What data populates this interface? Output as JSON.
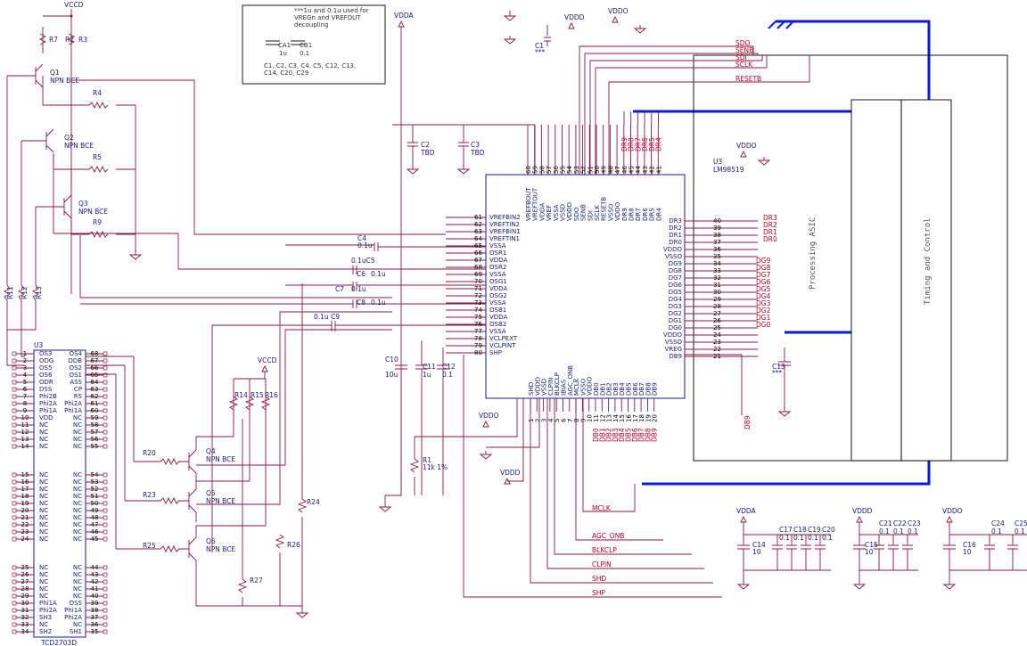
{
  "power": {
    "vccd": "VCCD",
    "vdda": "VDDA",
    "vddd": "VDDD",
    "vddo": "VDDO"
  },
  "note": {
    "line1": "***1u and 0.1u used for",
    "line2": "VREGn and VREFOUT",
    "line3": "decoupling",
    "ca1": "CA1",
    "ca1_val": "1u",
    "cb1": "CB1",
    "cb1_val": "0.1",
    "list1": "C1, C2, C3, C4, C5, C12, C13,",
    "list2": "C14, C20, C29"
  },
  "u3": {
    "ref": "U3",
    "part": "LM98519",
    "top_pins": [
      {
        "num": "60",
        "name": "VREFBOUT"
      },
      {
        "num": "59",
        "name": "VREFTOUT"
      },
      {
        "num": "58",
        "name": "VDDA"
      },
      {
        "num": "57",
        "name": "VREF"
      },
      {
        "num": "56",
        "name": "VSSA"
      },
      {
        "num": "55",
        "name": "VSSD"
      },
      {
        "num": "54",
        "name": "VDDD"
      },
      {
        "num": "53",
        "name": "SDO"
      },
      {
        "num": "52",
        "name": "SENB"
      },
      {
        "num": "51",
        "name": "SDI"
      },
      {
        "num": "50",
        "name": "SCLK"
      },
      {
        "num": "49",
        "name": "RESETB"
      },
      {
        "num": "48",
        "name": "VSSO"
      },
      {
        "num": "47",
        "name": "VDDO"
      },
      {
        "num": "46",
        "name": "DR9"
      },
      {
        "num": "45",
        "name": "DR8"
      },
      {
        "num": "44",
        "name": "DR7"
      },
      {
        "num": "43",
        "name": "DR6"
      },
      {
        "num": "42",
        "name": "DR5"
      },
      {
        "num": "41",
        "name": "DR4"
      }
    ],
    "left_pins": [
      {
        "num": "61",
        "name": "VREFBIN2"
      },
      {
        "num": "62",
        "name": "VREFTIN2"
      },
      {
        "num": "63",
        "name": "VREFBIN1"
      },
      {
        "num": "64",
        "name": "VREFTIN1"
      },
      {
        "num": "65",
        "name": "VSSA"
      },
      {
        "num": "66",
        "name": "OSR1"
      },
      {
        "num": "67",
        "name": "VDDA"
      },
      {
        "num": "68",
        "name": "OSR2"
      },
      {
        "num": "69",
        "name": "VSSA"
      },
      {
        "num": "70",
        "name": "OSG1"
      },
      {
        "num": "71",
        "name": "VDDA"
      },
      {
        "num": "72",
        "name": "OSG2"
      },
      {
        "num": "73",
        "name": "VSSA"
      },
      {
        "num": "74",
        "name": "OSB1"
      },
      {
        "num": "75",
        "name": "VDDA"
      },
      {
        "num": "76",
        "name": "OSB2"
      },
      {
        "num": "77",
        "name": "VSSA"
      },
      {
        "num": "78",
        "name": "VCLPEXT"
      },
      {
        "num": "79",
        "name": "VCLPINT"
      },
      {
        "num": "80",
        "name": "SHP"
      }
    ],
    "right_pins": [
      {
        "num": "40",
        "name": "DR3"
      },
      {
        "num": "39",
        "name": "DR2"
      },
      {
        "num": "38",
        "name": "DR1"
      },
      {
        "num": "37",
        "name": "DR0"
      },
      {
        "num": "36",
        "name": "VDDO"
      },
      {
        "num": "35",
        "name": "VSSO"
      },
      {
        "num": "34",
        "name": "DG9"
      },
      {
        "num": "33",
        "name": "DG8"
      },
      {
        "num": "32",
        "name": "DG7"
      },
      {
        "num": "31",
        "name": "DG6"
      },
      {
        "num": "30",
        "name": "DG5"
      },
      {
        "num": "29",
        "name": "DG4"
      },
      {
        "num": "28",
        "name": "DG3"
      },
      {
        "num": "27",
        "name": "DG2"
      },
      {
        "num": "26",
        "name": "DG1"
      },
      {
        "num": "25",
        "name": "DG0"
      },
      {
        "num": "24",
        "name": "VDDO"
      },
      {
        "num": "23",
        "name": "VSSO"
      },
      {
        "num": "22",
        "name": "VREG"
      },
      {
        "num": "21",
        "name": "DB9"
      }
    ],
    "bottom_pins": [
      {
        "num": "1",
        "name": "SHD"
      },
      {
        "num": "2",
        "name": "VDDD"
      },
      {
        "num": "3",
        "name": "VSSD"
      },
      {
        "num": "4",
        "name": "CLPIN"
      },
      {
        "num": "5",
        "name": "BLKCLP"
      },
      {
        "num": "6",
        "name": "IBIAS"
      },
      {
        "num": "7",
        "name": "AGC_ONB"
      },
      {
        "num": "8",
        "name": "MCLK"
      },
      {
        "num": "9",
        "name": "VSSO"
      },
      {
        "num": "10",
        "name": "VDDO"
      },
      {
        "num": "11",
        "name": "DB0"
      },
      {
        "num": "12",
        "name": "DB1"
      },
      {
        "num": "13",
        "name": "DB2"
      },
      {
        "num": "14",
        "name": "DB3"
      },
      {
        "num": "15",
        "name": "DB4"
      },
      {
        "num": "16",
        "name": "DB5"
      },
      {
        "num": "17",
        "name": "DB6"
      },
      {
        "num": "18",
        "name": "DB7"
      },
      {
        "num": "19",
        "name": "DB8"
      },
      {
        "num": "20",
        "name": "DB9"
      }
    ]
  },
  "net_labels": {
    "sdo": "SDO",
    "senb": "SENB",
    "sdi": "SDI",
    "sclk": "SCLK",
    "resetb": "RESETB",
    "top_dr": [
      "DR9",
      "DR8",
      "DR7",
      "DR6",
      "DR5",
      "DR4"
    ],
    "right_dr": [
      "DR3",
      "DR2",
      "DR1",
      "DR0"
    ],
    "right_dg": [
      "DG9",
      "DG8",
      "DG7",
      "DG6",
      "DG5",
      "DG4",
      "DG3",
      "DG2",
      "DG1",
      "DG0"
    ],
    "db9": "DB9",
    "bottom_db": [
      "DB0",
      "DB1",
      "DB2",
      "DB3",
      "DB4",
      "DB5",
      "DB6",
      "DB7",
      "DB8",
      "DB9"
    ],
    "mclk": "MCLK",
    "agc_onb": "AGC_ONB",
    "blkclp": "BLKCLP",
    "clpin": "CLPIN",
    "shd": "SHD",
    "shp": "SHP"
  },
  "asic": {
    "processing": "Processing ASIC",
    "timing": "Timing and Control"
  },
  "u2": {
    "ref": "U3",
    "part": "TCD2703D",
    "left": [
      {
        "num": "1",
        "name": "OS3"
      },
      {
        "num": "2",
        "name": "ODG"
      },
      {
        "num": "3",
        "name": "OS5"
      },
      {
        "num": "4",
        "name": "OS6"
      },
      {
        "num": "5",
        "name": "ODR"
      },
      {
        "num": "6",
        "name": "DSS"
      },
      {
        "num": "7",
        "name": "Phi2B"
      },
      {
        "num": "8",
        "name": "Phi2A"
      },
      {
        "num": "9",
        "name": "Phi1A"
      },
      {
        "num": "10",
        "name": "VDD"
      },
      {
        "num": "11",
        "name": "NC"
      },
      {
        "num": "12",
        "name": "NC"
      },
      {
        "num": "13",
        "name": "NC"
      },
      {
        "num": "14",
        "name": "NC"
      },
      {
        "num": "15",
        "name": "NC"
      },
      {
        "num": "16",
        "name": "NC"
      },
      {
        "num": "17",
        "name": "NC"
      },
      {
        "num": "18",
        "name": "NC"
      },
      {
        "num": "19",
        "name": "NC"
      },
      {
        "num": "20",
        "name": "NC"
      },
      {
        "num": "21",
        "name": "NC"
      },
      {
        "num": "22",
        "name": "NC"
      },
      {
        "num": "23",
        "name": "NC"
      },
      {
        "num": "24",
        "name": "NC"
      },
      {
        "num": "25",
        "name": "NC"
      },
      {
        "num": "26",
        "name": "NC"
      },
      {
        "num": "27",
        "name": "NC"
      },
      {
        "num": "28",
        "name": "NC"
      },
      {
        "num": "29",
        "name": "NC"
      },
      {
        "num": "30",
        "name": "Phi1A"
      },
      {
        "num": "31",
        "name": "Phi2A"
      },
      {
        "num": "32",
        "name": "SH3"
      },
      {
        "num": "33",
        "name": "NC"
      },
      {
        "num": "34",
        "name": "SH2"
      }
    ],
    "right": [
      {
        "num": "68",
        "name": "OS4"
      },
      {
        "num": "67",
        "name": "ODB"
      },
      {
        "num": "66",
        "name": "OS2"
      },
      {
        "num": "65",
        "name": "OS1"
      },
      {
        "num": "64",
        "name": "ASS"
      },
      {
        "num": "63",
        "name": "CP"
      },
      {
        "num": "62",
        "name": "RS"
      },
      {
        "num": "61",
        "name": "Phi2A"
      },
      {
        "num": "60",
        "name": "Phi1A"
      },
      {
        "num": "59",
        "name": "NC"
      },
      {
        "num": "58",
        "name": "NC"
      },
      {
        "num": "57",
        "name": "NC"
      },
      {
        "num": "56",
        "name": "NC"
      },
      {
        "num": "55",
        "name": "NC"
      },
      {
        "num": "54",
        "name": "NC"
      },
      {
        "num": "53",
        "name": "NC"
      },
      {
        "num": "52",
        "name": "NC"
      },
      {
        "num": "51",
        "name": "NC"
      },
      {
        "num": "50",
        "name": "NC"
      },
      {
        "num": "49",
        "name": "NC"
      },
      {
        "num": "48",
        "name": "NC"
      },
      {
        "num": "47",
        "name": "NC"
      },
      {
        "num": "46",
        "name": "NC"
      },
      {
        "num": "45",
        "name": "NC"
      },
      {
        "num": "44",
        "name": "NC"
      },
      {
        "num": "43",
        "name": "NC"
      },
      {
        "num": "42",
        "name": "NC"
      },
      {
        "num": "41",
        "name": "NC"
      },
      {
        "num": "40",
        "name": "NC"
      },
      {
        "num": "39",
        "name": "DSS"
      },
      {
        "num": "38",
        "name": "Phi1A"
      },
      {
        "num": "37",
        "name": "Phi2A"
      },
      {
        "num": "36",
        "name": "NC"
      },
      {
        "num": "35",
        "name": "SH1"
      }
    ]
  },
  "parts": {
    "q1": "Q1",
    "q2": "Q2",
    "q3": "Q3",
    "q4": "Q4",
    "q5": "Q5",
    "q6": "Q6",
    "npn": "NPN BCE",
    "r1": "R1",
    "r1_val": "11k 1%",
    "r2": "R2",
    "r3": "R3",
    "r4": "R4",
    "r5": "R5",
    "r7": "R7",
    "r9": "R9",
    "r11": "R11",
    "r12": "R12",
    "r13": "R13",
    "r14": "R14",
    "r15": "R15",
    "r16": "R16",
    "r20": "R20",
    "r23": "R23",
    "r24": "R24",
    "r25": "R25",
    "r26": "R26",
    "r27": "R27",
    "c1": "C1",
    "c1_val": "***",
    "c2": "C2",
    "c2_val": "TBD",
    "c3": "C3",
    "c3_val": "TBD",
    "c4": "C4",
    "c4_val": "0.1u",
    "c5": "0.1uC5",
    "c6": "C6",
    "c6_val": "0.1u",
    "c7": "C7",
    "c7_val": "0.1u",
    "c8": "C8",
    "c8_val": "0.1u",
    "c9": "0.1u C9",
    "c10": "C10",
    "c10_val": "10u",
    "c11": "C11",
    "c11_val": "1u",
    "c12": "C12",
    "c12_val": "0.1",
    "c13": "C13",
    "c13_val": "***",
    "c14": "C14",
    "c14_val": "10",
    "c15": "C15",
    "c15_val": "10",
    "c16": "C16",
    "c16_val": "10",
    "c17": "C17",
    "c18": "C18",
    "c19": "C19",
    "c20": "C20",
    "c21": "C21",
    "c22": "C22",
    "c23": "C23",
    "c24": "C24",
    "c25": "C25",
    "c01": "0.1"
  }
}
